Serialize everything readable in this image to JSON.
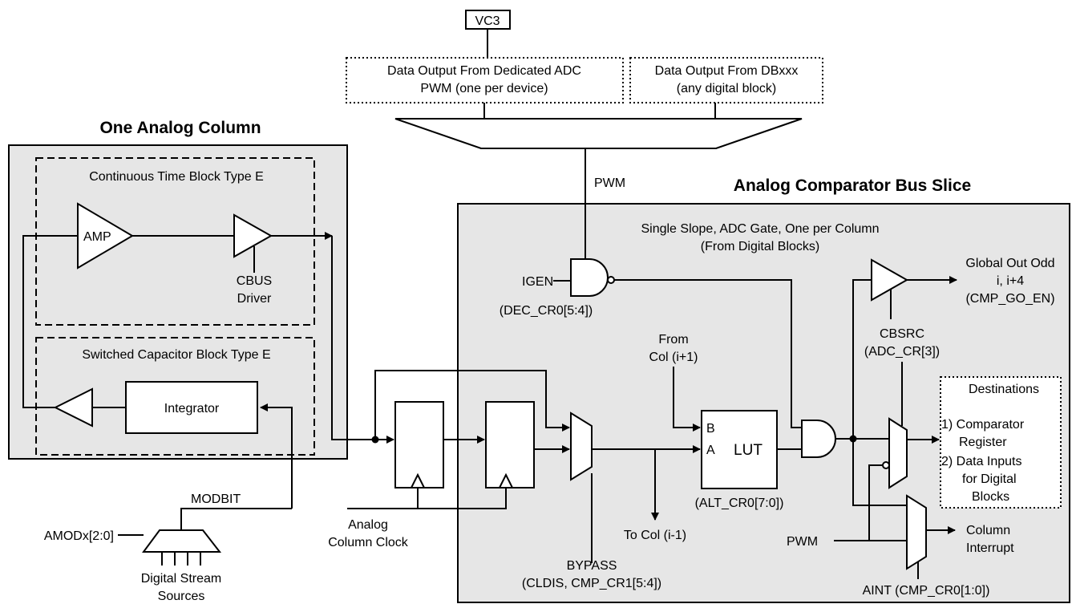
{
  "colors": {
    "panel_fill": "#e6e6e6",
    "line": "#000000",
    "background": "#ffffff"
  },
  "titles": {
    "analog_column": "One Analog Column",
    "comparator_bus": "Analog Comparator Bus Slice"
  },
  "mux_inputs": {
    "vc3": "VC3",
    "adc_line1": "Data Output From Dedicated ADC",
    "adc_line2": "PWM (one per device)",
    "db_line1": "Data Output From DBxxx",
    "db_line2": "(any digital block)"
  },
  "blocks": {
    "ct_block": "Continuous Time Block Type E",
    "amp": "AMP",
    "cbus_line1": "CBUS",
    "cbus_line2": "Driver",
    "sc_block": "Switched Capacitor Block Type E",
    "integrator": "Integrator",
    "lut": "LUT",
    "lut_in_b": "B",
    "lut_in_a": "A"
  },
  "labels": {
    "pwm_top": "PWM",
    "single_slope_1": "Single Slope, ADC Gate, One per Column",
    "single_slope_2": "(From Digital Blocks)",
    "igen": "IGEN",
    "dec_cr0": "(DEC_CR0[5:4])",
    "from_col_1": "From",
    "from_col_2": "Col (i+1)",
    "alt_cr0": "(ALT_CR0[7:0])",
    "to_col": "To Col (i-1)",
    "bypass_1": "BYPASS",
    "bypass_2": "(CLDIS, CMP_CR1[5:4])",
    "analog_clock_1": "Analog",
    "analog_clock_2": "Column Clock",
    "modbit": "MODBIT",
    "amod": "AMODx[2:0]",
    "dss_1": "Digital Stream",
    "dss_2": "Sources",
    "global_out_1": "Global Out Odd",
    "global_out_2": "i, i+4",
    "global_out_3": "(CMP_GO_EN)",
    "cbsrc_1": "CBSRC",
    "cbsrc_2": "(ADC_CR[3])",
    "pwm_bottom": "PWM",
    "col_int_1": "Column",
    "col_int_2": "Interrupt",
    "aint": "AINT (CMP_CR0[1:0])"
  },
  "destinations": {
    "title": "Destinations",
    "item1_line1": "1) Comparator",
    "item1_line2": "Register",
    "item2_line1": "2) Data Inputs",
    "item2_line2": "for Digital",
    "item2_line3": "Blocks"
  }
}
